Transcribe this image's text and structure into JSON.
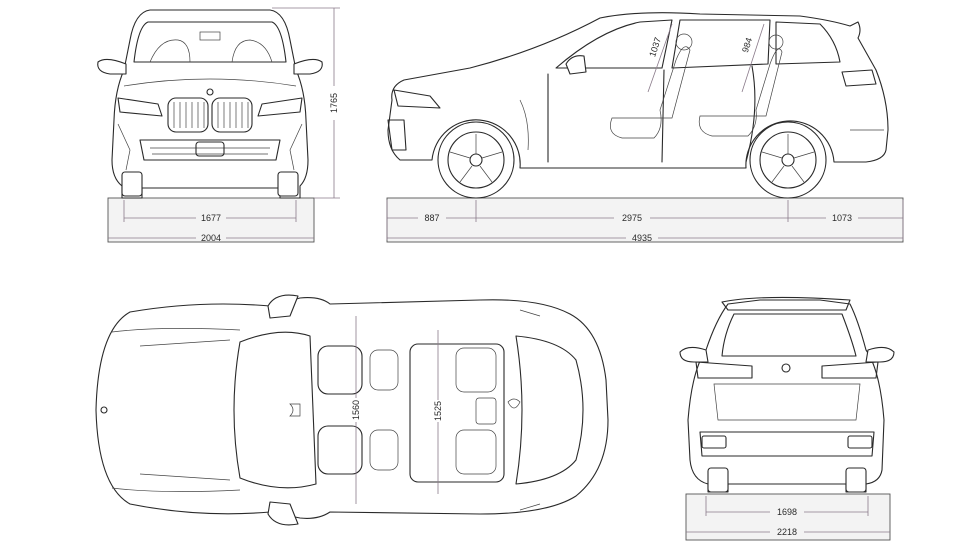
{
  "dimensions": {
    "front_track": "1677",
    "body_width": "2004",
    "height": "1765",
    "front_overhang": "887",
    "wheelbase": "2975",
    "rear_overhang": "1073",
    "length": "4935",
    "front_headroom": "1037",
    "rear_headroom": "984",
    "front_shoulder": "1560",
    "rear_shoulder": "1525",
    "rear_track": "1698",
    "width_mirrors": "2218"
  },
  "colors": {
    "line": "#2a2a2a",
    "dimension_line": "#8a7a8a"
  }
}
